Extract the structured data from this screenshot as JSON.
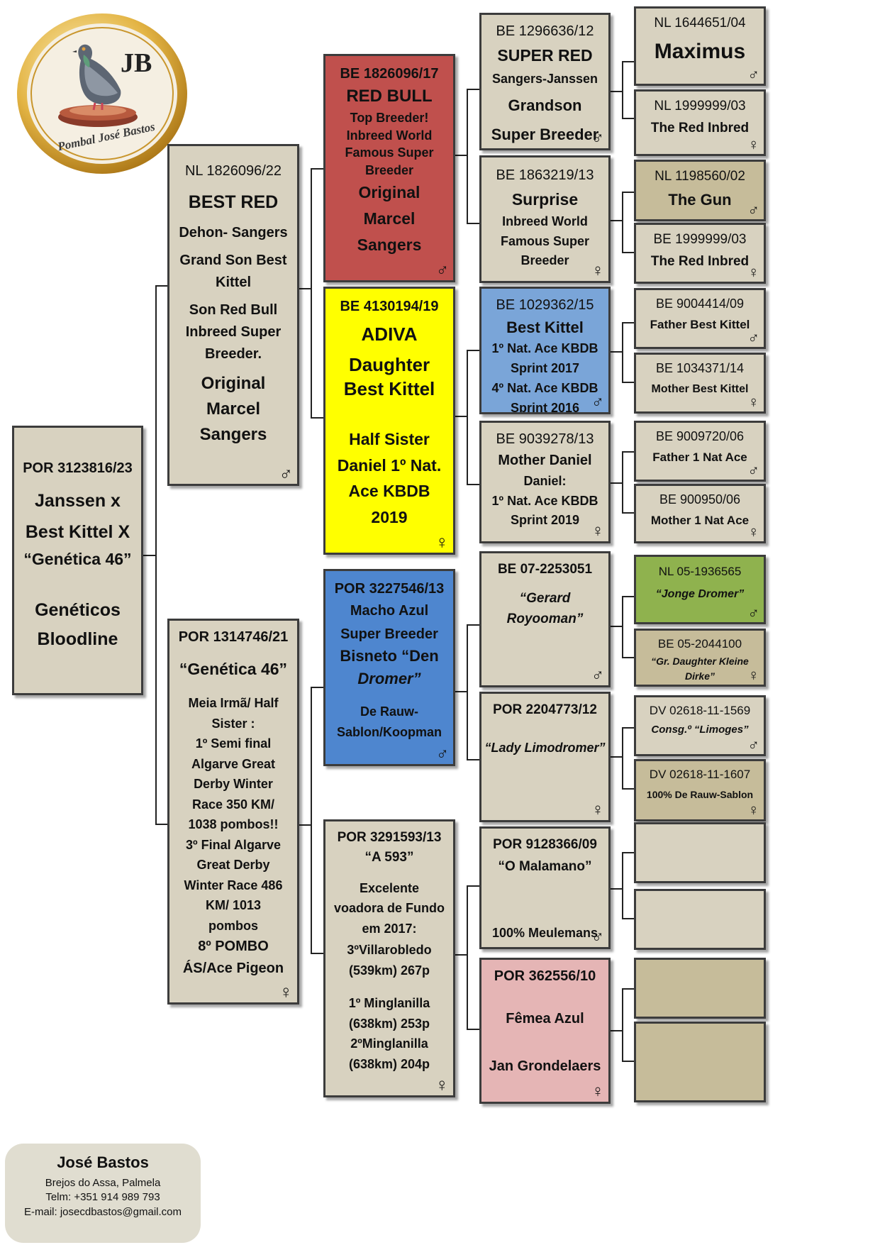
{
  "logo": {
    "initials": "JB",
    "ring_text": "Pombal José Bastos",
    "gold": "#d9a635"
  },
  "contact": {
    "name": "José Bastos",
    "address": "Brejos do Assa, Palmela",
    "phone": "Telm: +351 914 989 793",
    "email": "E-mail: josecdbastos@gmail.com"
  },
  "subject": {
    "ring": "POR 3123816/23",
    "lines": [
      "Janssen x",
      "Best Kittel X",
      "“Genética 46”",
      "",
      "Genéticos",
      "Bloodline"
    ]
  },
  "sire": {
    "ring": "NL 1826096/22",
    "lines": [
      "BEST RED",
      "Dehon- Sangers",
      "Grand Son Best",
      "Kittel",
      "Son Red Bull",
      "Inbreed Super",
      "Breeder.",
      "Original",
      "Marcel",
      "Sangers"
    ],
    "sex": "♂"
  },
  "dam": {
    "ring": "POR 1314746/21",
    "lines": [
      "“Genética 46”",
      "Meia Irmã/ Half",
      "Sister :",
      "1º Semi final",
      "Algarve Great",
      "Derby Winter",
      "Race 350 KM/",
      "1038 pombos!!",
      "3º Final Algarve",
      "Great Derby",
      "Winter Race 486",
      "KM/ 1013",
      "pombos",
      "8º POMBO",
      "ÁS/Ace Pigeon"
    ],
    "sex": "♀"
  },
  "gp": {
    "ss": {
      "ring": "BE 1826096/17",
      "lines": [
        "RED BULL",
        "Top Breeder!",
        "Inbreed World",
        "Famous Super",
        "Breeder",
        "Original",
        "Marcel",
        "Sangers"
      ],
      "sex": "♂",
      "color": "#c0504d"
    },
    "sd": {
      "ring": "BE 4130194/19",
      "lines": [
        "ADIVA",
        "Daughter",
        "Best Kittel",
        "",
        "Half Sister",
        "Daniel 1º Nat.",
        "Ace KBDB",
        "2019"
      ],
      "sex": "♀",
      "color": "#ffff00"
    },
    "ds": {
      "ring": "POR 3227546/13",
      "lines": [
        "Macho Azul",
        "Super Breeder",
        "Bisneto “Den",
        "Dromer”",
        "",
        "De Rauw-",
        "Sablon/Koopman"
      ],
      "sex": "♂",
      "color": "#4e86cf"
    },
    "dd": {
      "ring": "POR 3291593/13",
      "lines": [
        "“A 593”",
        "",
        "Excelente",
        "voadora de Fundo",
        "em 2017:",
        "3ºVillarobledo",
        "(539km) 267p",
        "",
        "1º Minglanilla",
        "(638km) 253p",
        "2ºMinglanilla",
        "(638km) 204p"
      ],
      "sex": "♀"
    }
  },
  "ggp": [
    {
      "ring": "BE 1296636/12",
      "lines": [
        "SUPER RED",
        "Sangers-Janssen",
        "Grandson",
        "Super Breeder"
      ],
      "sex": "♂"
    },
    {
      "ring": "BE 1863219/13",
      "lines": [
        "Surprise",
        "Inbreed World",
        "Famous Super",
        "Breeder"
      ],
      "sex": "♀"
    },
    {
      "ring": "BE 1029362/15",
      "lines": [
        "Best Kittel",
        "1º Nat. Ace KBDB",
        "Sprint 2017",
        "4º Nat. Ace KBDB",
        "Sprint 2016"
      ],
      "sex": "♂"
    },
    {
      "ring": "BE 9039278/13",
      "lines": [
        "Mother Daniel",
        "Daniel:",
        "1º Nat. Ace KBDB",
        "Sprint 2019"
      ],
      "sex": "♀"
    },
    {
      "ring": "BE 07-2253051",
      "lines": [
        "“Gerard",
        "Royooman”"
      ],
      "sex": "♂"
    },
    {
      "ring": "POR 2204773/12",
      "lines": [
        "“Lady Limodromer”"
      ],
      "sex": "♀"
    },
    {
      "ring": "POR 9128366/09",
      "lines": [
        "“O Malamano”",
        "100% Meulemans"
      ],
      "sex": "♂"
    },
    {
      "ring": "POR 362556/10",
      "lines": [
        "Fêmea Azul",
        "Jan Grondelaers"
      ],
      "sex": "♀"
    }
  ],
  "gggp": [
    {
      "ring": "NL 1644651/04",
      "lines": [
        "Maximus"
      ],
      "sex": "♂"
    },
    {
      "ring": "NL 1999999/03",
      "lines": [
        "The Red Inbred"
      ],
      "sex": "♀"
    },
    {
      "ring": "NL 1198560/02",
      "lines": [
        "The Gun"
      ],
      "sex": "♂"
    },
    {
      "ring": "BE 1999999/03",
      "lines": [
        "The Red Inbred"
      ],
      "sex": "♀"
    },
    {
      "ring": "BE 9004414/09",
      "lines": [
        "Father Best Kittel"
      ],
      "sex": "♂"
    },
    {
      "ring": "BE 1034371/14",
      "lines": [
        "Mother Best Kittel"
      ],
      "sex": "♀"
    },
    {
      "ring": "BE 9009720/06",
      "lines": [
        "Father 1 Nat Ace"
      ],
      "sex": "♂"
    },
    {
      "ring": "BE 900950/06",
      "lines": [
        "Mother 1 Nat Ace"
      ],
      "sex": "♀"
    },
    {
      "ring": "NL 05-1936565",
      "lines": [
        "“Jonge Dromer”"
      ],
      "sex": "♂"
    },
    {
      "ring": "BE 05-2044100",
      "lines": [
        "“Gr. Daughter Kleine",
        "Dirke”"
      ],
      "sex": "♀"
    },
    {
      "ring": "DV 02618-11-1569",
      "lines": [
        "Consg.º “Limoges”"
      ],
      "sex": "♂"
    },
    {
      "ring": "DV 02618-11-1607",
      "lines": [
        "100% De Rauw-Sablon"
      ],
      "sex": "♀"
    },
    {
      "ring": "",
      "lines": [],
      "sex": ""
    },
    {
      "ring": "",
      "lines": [],
      "sex": ""
    },
    {
      "ring": "",
      "lines": [],
      "sex": ""
    },
    {
      "ring": "",
      "lines": [],
      "sex": ""
    }
  ]
}
